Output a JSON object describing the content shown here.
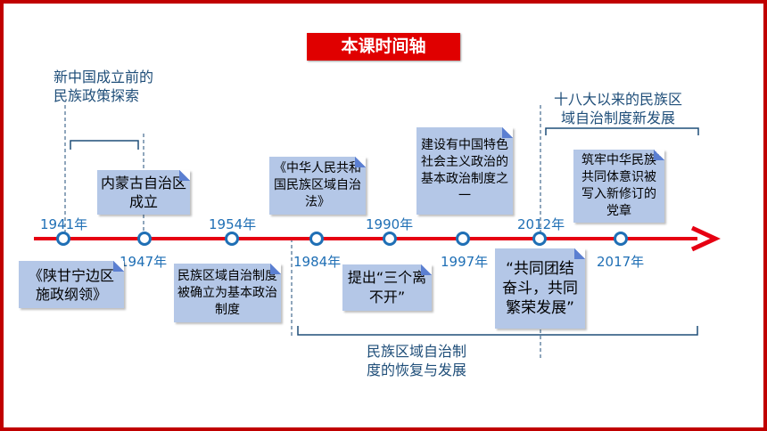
{
  "title": "本课时间轴",
  "periods": {
    "p1_line1": "新中国成立前的",
    "p1_line2": "民族政策探索",
    "p2_line1": "民族区域自治制",
    "p2_line2": "度的恢复与发展",
    "p3_line1": "十八大以来的民族区",
    "p3_line2": "域自治制度新发展"
  },
  "years": [
    "1941年",
    "1947年",
    "1954年",
    "1984年",
    "1990年",
    "1997年",
    "2012年",
    "2017年"
  ],
  "events": {
    "e1941": "《陕甘宁边区施政纲领》",
    "e1947": "内蒙古自治区成立",
    "e1954": "民族区域自治制度被确立为基本政治制度",
    "e1984": "《中华人民共和国民族区域自治法》",
    "e1990": "提出“三个离不开”",
    "e1997": "建设有中国特色社会主义政治的基本政治制度之一",
    "e2012": "“共同团结奋斗，共同繁荣发展”",
    "e2017": "筑牢中华民族共同体意识被写入新修订的党章"
  },
  "colors": {
    "axis": "#e60012",
    "title_bg": "#e00000",
    "card_bg": "#b4c7e7",
    "year_text": "#1f6fb5",
    "node": "#1f6fb5"
  }
}
